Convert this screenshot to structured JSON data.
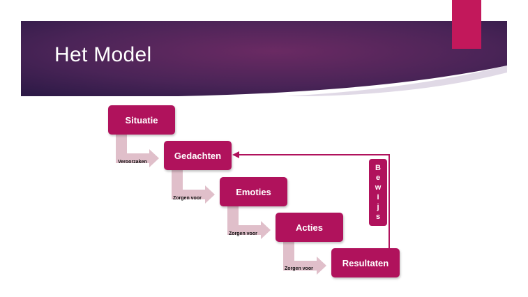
{
  "slide": {
    "title": "Het Model"
  },
  "diagram": {
    "nodes": [
      {
        "id": "situatie",
        "label": "Situatie"
      },
      {
        "id": "gedachten",
        "label": "Gedachten"
      },
      {
        "id": "emoties",
        "label": "Emoties"
      },
      {
        "id": "acties",
        "label": "Acties"
      },
      {
        "id": "resultaten",
        "label": "Resultaten"
      }
    ],
    "connectors": [
      {
        "label": "Veroorzaken"
      },
      {
        "label": "Zorgen voor"
      },
      {
        "label": "Zorgen voor"
      },
      {
        "label": "Zorgen voor"
      }
    ],
    "feedback": {
      "letters": [
        "B",
        "e",
        "w",
        "i",
        "j",
        "s"
      ]
    }
  },
  "colors": {
    "box": "#b0125c",
    "connector": "#e0bfca",
    "banner_dark": "#2e1a47",
    "banner_mid": "#6a2a63",
    "accent": "#c2185b"
  }
}
